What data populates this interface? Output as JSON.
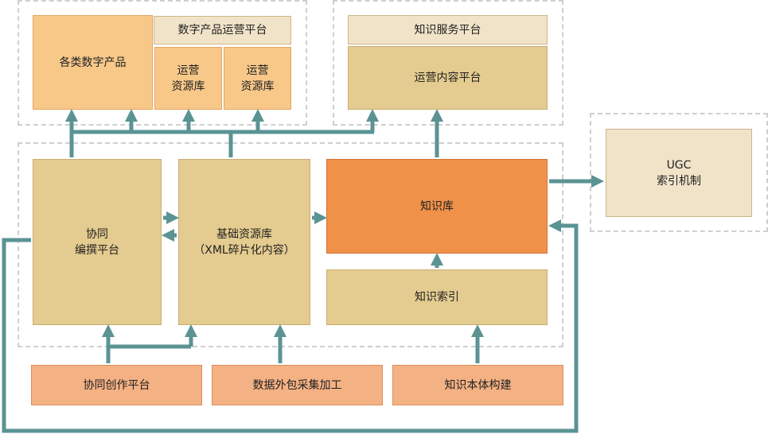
{
  "nodes": {
    "digital_products": "各类数字产品",
    "digital_ops_platform": "数字产品运营平台",
    "ops_resource_lib_1": "运营\n资源库",
    "ops_resource_lib_2": "运营\n资源库",
    "knowledge_service_platform": "知识服务平台",
    "ops_content_platform": "运营内容平台",
    "collab_edit_platform": "协同\n编撰平台",
    "base_resource_lib": "基础资源库\n（XML碎片化内容）",
    "knowledge_base": "知识库",
    "knowledge_index": "知识索引",
    "ugc_index": "UGC\n索引机制",
    "collab_create_platform": "协同创作平台",
    "data_outsource": "数据外包采集加工",
    "knowledge_ontology": "知识本体构建"
  },
  "colors": {
    "arrow": "#5b9393",
    "tan": "#e4cb8f",
    "light_tan": "#f1e3c8",
    "orange": "#f8c889",
    "salmon": "#f4b183",
    "deep_orange": "#f0914a",
    "dashed_border": "#cfcfcf"
  }
}
